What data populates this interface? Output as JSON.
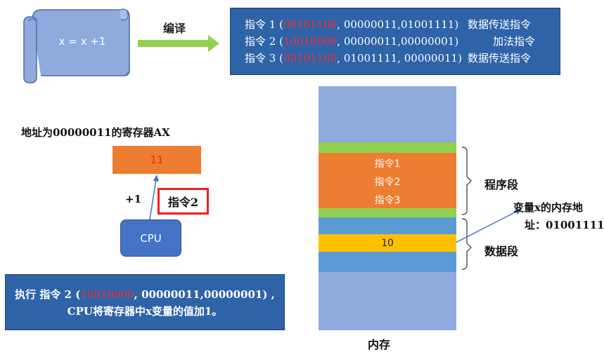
{
  "source": {
    "expression": "x = x +1"
  },
  "compile_label": "编译",
  "instructions": [
    {
      "name": "指令 1",
      "opcode": "00101100",
      "operands": "00000011,01001111",
      "desc": "数据传送指令"
    },
    {
      "name": "指令 2",
      "opcode": "10010000",
      "operands": "00000011,00000001",
      "desc": "加法指令"
    },
    {
      "name": "指令 3",
      "opcode": "00101100",
      "operands": "01001111, 00000011",
      "desc": "数据传送指令"
    }
  ],
  "register": {
    "title": "地址为00000011的寄存器AX",
    "value": "11"
  },
  "plus_one": "+1",
  "instr2_label": "指令2",
  "cpu_label": "CPU",
  "exec": {
    "prefix": "执行 指令 2 (",
    "opcode": "10010000",
    "suffix": ", 00000011,00000001) ,",
    "line2": "CPU将寄存器中x变量的值加1。"
  },
  "memory": {
    "program_items": [
      "指令1",
      "指令2",
      "指令3"
    ],
    "data_value": "10",
    "program_segment_label": "程序段",
    "data_segment_label": "数据段",
    "variable_address_line1": "变量x的内存地",
    "variable_address_line2": "址：01001111",
    "label": "内存"
  },
  "colors": {
    "box_blue": "#2e63a8",
    "cpu_blue": "#4472c4",
    "scroll_blue": "#8faadc",
    "orange": "#ed7d31",
    "green": "#92d050",
    "yellow": "#ffc000",
    "highlight_red": "#ff2a2a"
  }
}
